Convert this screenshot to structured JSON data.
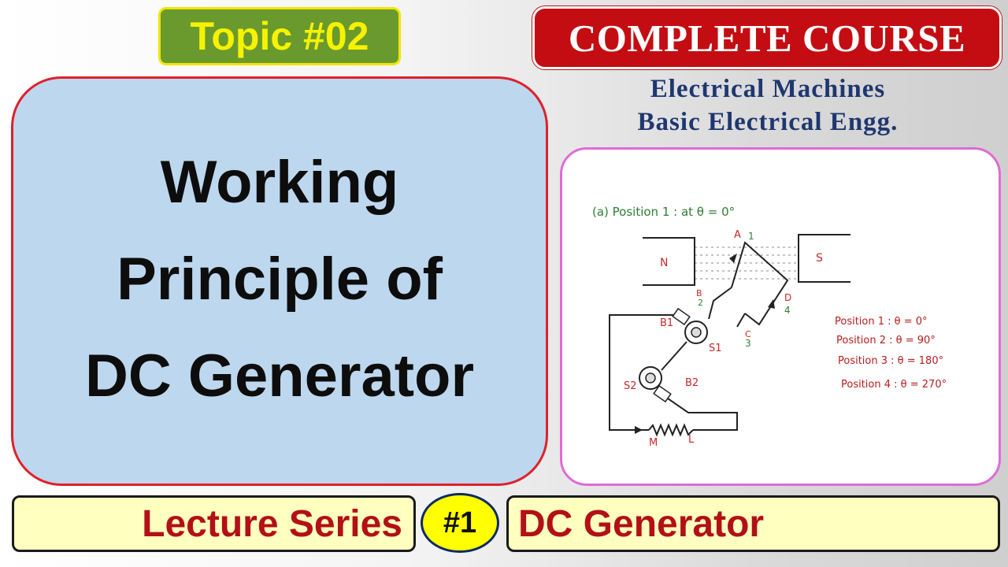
{
  "topic": "Topic #02",
  "title_lines": [
    "Working",
    "Principle of",
    "DC Generator"
  ],
  "course_badge": "COMPLETE COURSE",
  "subjects": [
    "Electrical Machines",
    "Basic Electrical Engg."
  ],
  "diagram": {
    "caption": "(a) Position 1 : at θ = 0°",
    "pole_n": "N",
    "pole_s": "S",
    "labels": {
      "A": "A",
      "one": "1",
      "B": "B",
      "two": "2",
      "C": "C",
      "three": "3",
      "D": "D",
      "four": "4",
      "B1": "B1",
      "S1": "S1",
      "S2": "S2",
      "B2": "B2",
      "M": "M",
      "L": "L"
    },
    "positions": [
      "Position 1 : θ = 0°",
      "Position 2 : θ = 90°",
      "Position 3 : θ = 180°",
      "Position 4 : θ = 270°"
    ]
  },
  "lecture_series": "Lecture Series",
  "series_number": "#1",
  "series_topic": "DC Generator",
  "colors": {
    "topic_bg": "#6a9a2e",
    "topic_text": "#f6f200",
    "card_bg": "#bdd7ee",
    "card_border": "#e0202a",
    "course_bg": "#c40d12",
    "subject_text": "#1f3770",
    "diagram_border": "#df6bd6",
    "pill_bg": "#ffffc0",
    "pill_text": "#b21016",
    "circle_bg": "#ffff00"
  }
}
